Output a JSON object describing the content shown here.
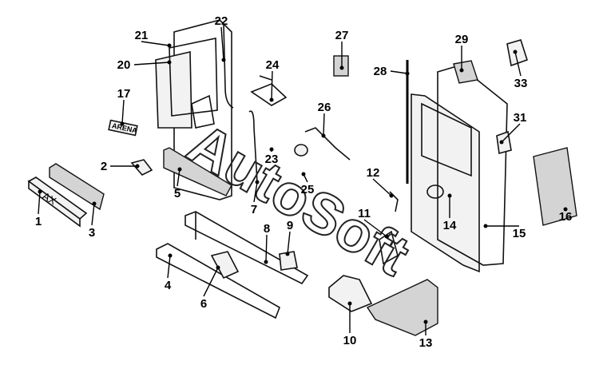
{
  "diagram": {
    "callouts": [
      "1",
      "2",
      "3",
      "4",
      "5",
      "6",
      "7",
      "8",
      "9",
      "10",
      "11",
      "12",
      "13",
      "14",
      "15",
      "16",
      "17",
      "20",
      "21",
      "22",
      "23",
      "24",
      "25",
      "26",
      "27",
      "28",
      "29",
      "31",
      "33"
    ],
    "plate_text": "AX",
    "badge_text": "ARENA",
    "watermark": "AutoSoft"
  }
}
